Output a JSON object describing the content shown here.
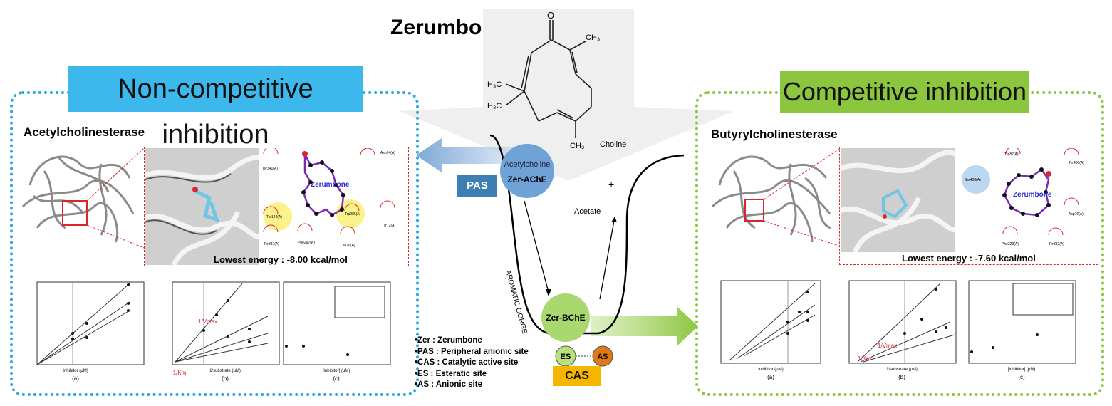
{
  "title": "Zerumbone",
  "left_panel": {
    "heading": "Non-competitive inhibition",
    "enzyme": "Acetylcholinesterase",
    "energy": "Lowest energy : -8.00 kcal/mol",
    "ligand_label": "Zerumbone",
    "residues": [
      "Tyr341(A)",
      "Asp74(A)",
      "Tyr124(A)",
      "Trp286(A)",
      "Tyr72(A)",
      "Tyr337(A)",
      "Phe297(A)",
      "Leu76(A)"
    ],
    "plot_labels": [
      "(a)",
      "(b)",
      "(c)"
    ],
    "plot_xlabels": [
      "Inhibitor (μM)",
      "1/substrate (μM)",
      "[Inhibitor] (μM)"
    ],
    "vmax_label": "1/Vmax",
    "km_label": "-1/Km"
  },
  "right_panel": {
    "heading": "Competitive inhibition",
    "enzyme": "Butyrylcholinesterase",
    "energy": "Lowest energy : -7.60 kcal/mol",
    "ligand_label": "Zerumbone",
    "residues": [
      "Trp82(A)",
      "Tyr430(A)",
      "Ser438(A)",
      "Asp70(A)",
      "Phe329(A)",
      "Tyr332(A)"
    ],
    "plot_labels": [
      "(a)",
      "(b)",
      "(c)"
    ],
    "plot_xlabels": [
      "Inhibitor (μM)",
      "1/substrate (μM)",
      "[Inhibitor] (μM)"
    ],
    "vmax_label": "1/Vmax",
    "km_label": "1/Km"
  },
  "mechanism": {
    "pas": "PAS",
    "cas": "CAS",
    "es": "ES",
    "as": "AS",
    "zer_ache": "Zer-AChE",
    "zer_bche": "Zer-BChE",
    "acetylcholine": "Acetylcholine",
    "choline": "Choline",
    "acetate": "Acetate",
    "plus": "+",
    "gorge": "AROMATIC GORGE"
  },
  "legend": [
    "•Zer : Zerumbone",
    "•PAS : Peripheral anionic site",
    "•CAS : Catalytic active site",
    "•ES : Esteratic site",
    "•AS : Anionic site"
  ],
  "colors": {
    "blue": "#3cb8ec",
    "green": "#8cc63f",
    "pas_box": "#3d7fb5",
    "cas_box": "#f7b500",
    "es_circle": "#b9e27a",
    "as_circle": "#e07a16",
    "red": "#d9262c"
  }
}
